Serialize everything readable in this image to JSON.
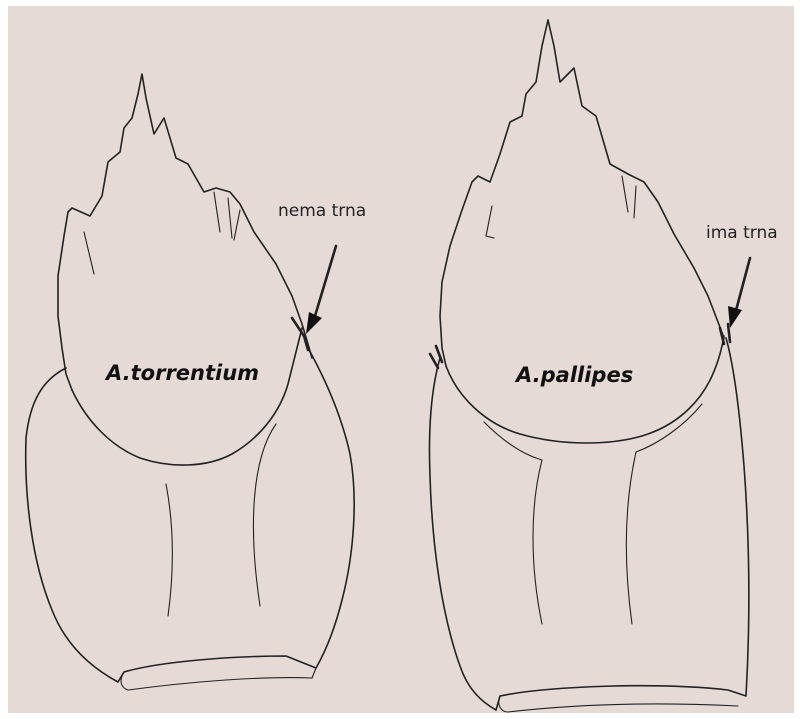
{
  "colors": {
    "background": "#e6dad7",
    "ink": "#222222"
  },
  "left_specimen": {
    "species_label": "A.torrentium",
    "annotation": "nema trna"
  },
  "right_specimen": {
    "species_label": "A.pallipes",
    "annotation": "ima trna"
  }
}
